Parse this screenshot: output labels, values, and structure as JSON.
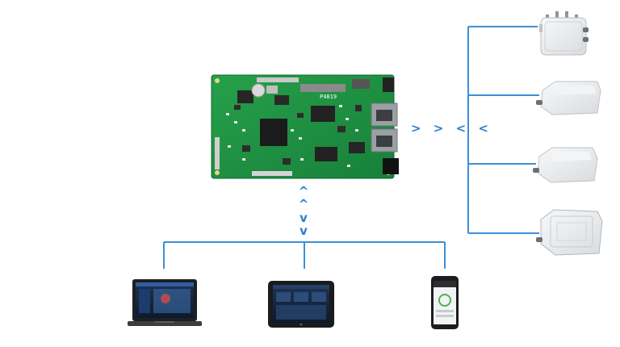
{
  "diagram": {
    "line_color": "#3d8fd6",
    "arrow_color": "#2b7fd0",
    "arrows": {
      "horizontal": "> > < <",
      "vertical": [
        "^",
        "^",
        "v",
        "v"
      ]
    },
    "hub": {
      "icon": "circuit-board-icon",
      "board_color": "#1e8a3e",
      "pcb_silkscreen_text": "P4819"
    },
    "access_points": [
      {
        "icon": "outdoor-ap-antenna-ports-icon"
      },
      {
        "icon": "ceiling-ap-icon"
      },
      {
        "icon": "wall-ap-icon"
      },
      {
        "icon": "outdoor-enclosure-ap-icon"
      }
    ],
    "clients": [
      {
        "icon": "laptop-icon"
      },
      {
        "icon": "tablet-icon"
      },
      {
        "icon": "smartphone-icon"
      }
    ]
  }
}
